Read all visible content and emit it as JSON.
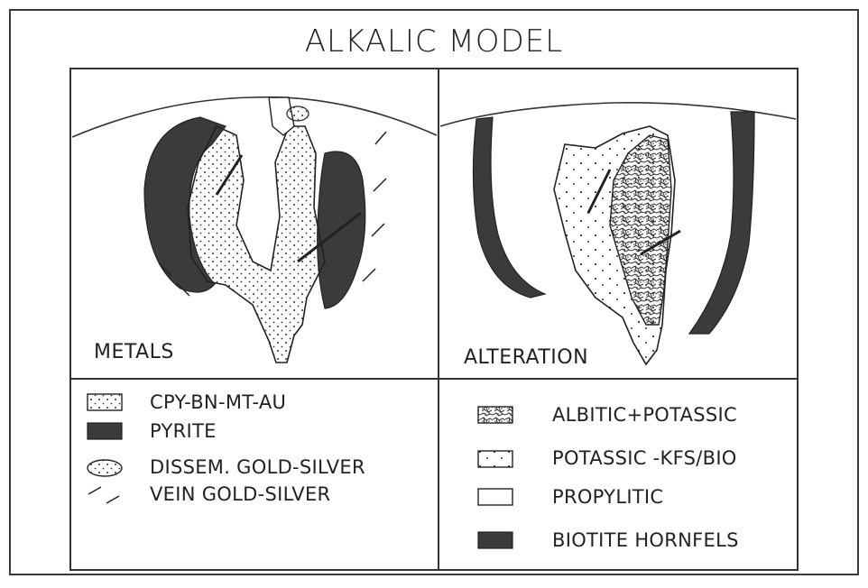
{
  "title": "ALKALIC MODEL",
  "panels": {
    "left_label": "METALS",
    "right_label": "ALTERATION"
  },
  "legend_left": [
    {
      "label": "CPY-BN-MT-AU",
      "symbol": "dotted-box"
    },
    {
      "label": "PYRITE",
      "symbol": "solid-dark-box"
    },
    {
      "label": "DISSEM. GOLD-SILVER",
      "symbol": "dotted-oval"
    },
    {
      "label": "VEIN GOLD-SILVER",
      "symbol": "dash-lines"
    }
  ],
  "legend_right": [
    {
      "label": "ALBITIC+POTASSIC",
      "symbol": "crackle-box"
    },
    {
      "label": "POTASSIC -KFS/BIO",
      "symbol": "sparse-dot-box"
    },
    {
      "label": "PROPYLITIC",
      "symbol": "empty-box"
    },
    {
      "label": "BIOTITE HORNFELS",
      "symbol": "solid-dark-box"
    }
  ],
  "colors": {
    "ink": "#222222",
    "dark_fill": "#3b3b3b",
    "background": "#ffffff"
  }
}
